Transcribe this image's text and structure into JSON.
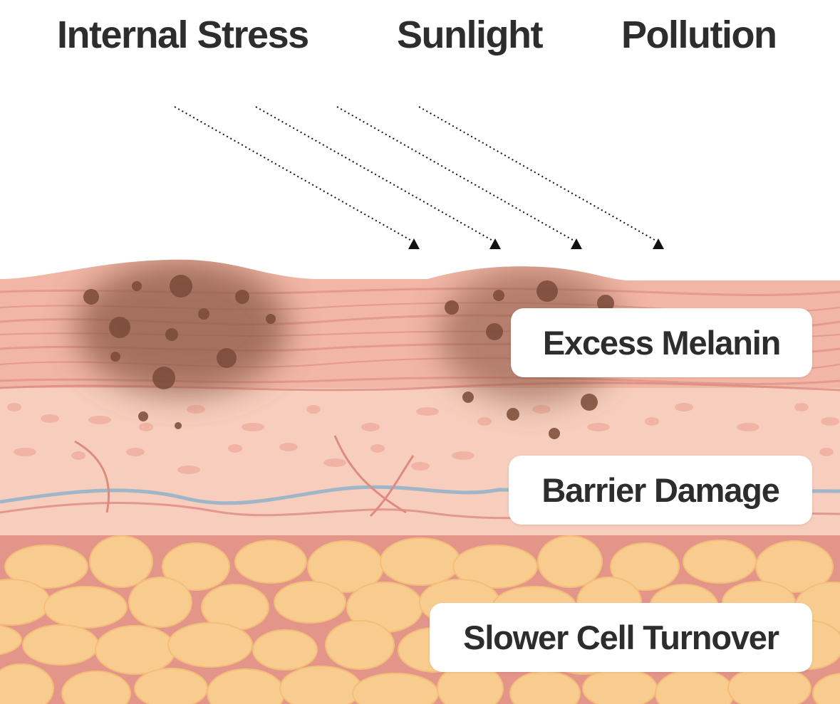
{
  "factors": [
    "Internal Stress",
    "Sunlight",
    "Pollution"
  ],
  "callouts": [
    "Excess Melanin",
    "Barrier Damage",
    "Slower Cell Turnover"
  ],
  "colors": {
    "label": "#2d2d2d",
    "epidermis": "#f2b6a6",
    "epidermis_stripe": "#d9837a",
    "dermis": "#f7cdbd",
    "fat_bg": "#e4958a",
    "fat_cell": "#f8cc8e",
    "melanin_cloud": "#8b5a46",
    "melanin_dot": "#7a4a38",
    "vessel_blue": "#9fb6c9",
    "vessel_red": "#de8a80"
  }
}
